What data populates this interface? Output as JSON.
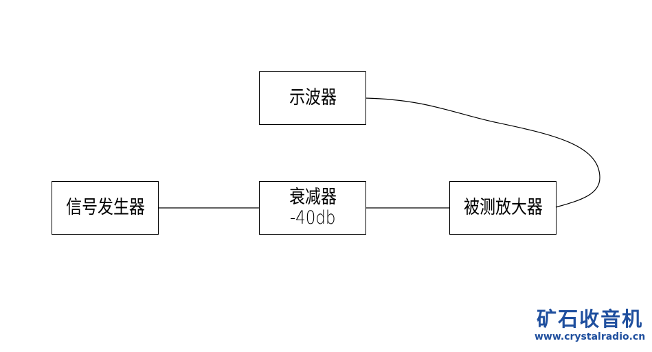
{
  "blocks": {
    "oscilloscope": "示波器",
    "signal_generator": "信号发生器",
    "attenuator": "衰减器",
    "attenuator_value": "-40db",
    "amplifier_under_test": "被测放大器"
  },
  "watermark": {
    "name": "矿石收音机",
    "url": "www.crystalradio.cn",
    "color": "#1f4f9e"
  }
}
